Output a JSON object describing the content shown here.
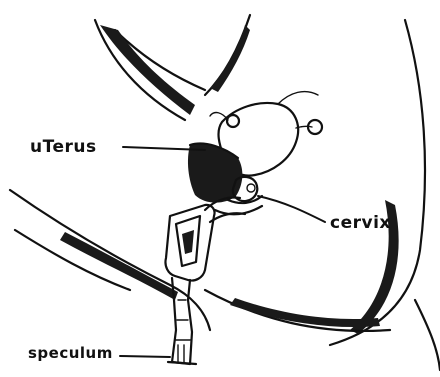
{
  "labels": {
    "uterus": "uTerus",
    "cervix": "cervix",
    "speculum": "speculum"
  },
  "colors": {
    "ink": "#111111",
    "paper": "#ffffff"
  }
}
